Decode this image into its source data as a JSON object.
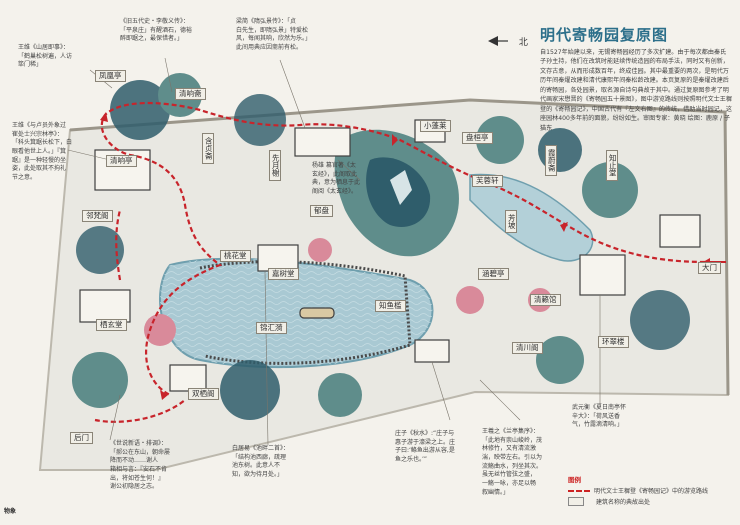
{
  "panel": {
    "title": "明代寄畅园复原图",
    "body": "自1527年始建以来，无锡寄畅园经历了多次扩建。由于每次都由秦氏子孙主持，他们在改筑时能延续传统造园的布局手法，同时又有创新，文存古意，从而形成数百年，终成佳园。其中最重要的两次，是明代万历年间秦燿改建和清代康熙年间秦松龄改建。本页复原的是秦燿改建后的寄畅园，各处园景，取名源自诗句典故于其中。通过复原图参考了明代画家宋懋晋的《寄畅园五十景图》，图中游览路线则按照明代文士王穉登的《寄畅园记》，中国古代有『左文右图』的传统，借助当时园记，这座园林400多年前的面貌，纷纷如生。审图专家：黄晓 绘图：鹿原 / 子猫东"
  },
  "compass": {
    "label": "北"
  },
  "legend": {
    "title": "图例",
    "route_label": "明代文士王穉登《寄畅园记》中的游览路线",
    "building_label": "建筑名称的典故出处"
  },
  "corner_mark": "物象",
  "colors": {
    "route": "#c8242b",
    "water": "#a9c9d3",
    "water_dark": "#6f9fae",
    "ground": "#e9e8e2",
    "wall": "#bcb8ad",
    "foliage_dark": "#2f5d6b",
    "foliage_mid": "#5f8d8b",
    "blossom": "#d98a9a",
    "title_blue": "#2c6f8a"
  },
  "icons": {
    "compass": "north-arrow-icon"
  },
  "labels": [
    {
      "id": "buildings-1",
      "text": "凤凰亭",
      "dir": "h"
    },
    {
      "id": "buildings-2",
      "text": "清响斋",
      "dir": "h"
    },
    {
      "id": "buildings-3",
      "text": "含贞斋",
      "dir": "v"
    },
    {
      "id": "buildings-4",
      "text": "先月榭",
      "dir": "v"
    },
    {
      "id": "buildings-5",
      "text": "小蓬莱",
      "dir": "h"
    },
    {
      "id": "buildings-6",
      "text": "盘桓亭",
      "dir": "h"
    },
    {
      "id": "buildings-7",
      "text": "霞蔚斋",
      "dir": "v"
    },
    {
      "id": "buildings-8",
      "text": "芙蓉轩",
      "dir": "h"
    },
    {
      "id": "buildings-9",
      "text": "芳坡",
      "dir": "v"
    },
    {
      "id": "buildings-10",
      "text": "知鱼槛",
      "dir": "h"
    },
    {
      "id": "buildings-11",
      "text": "涵碧亭",
      "dir": "h"
    },
    {
      "id": "buildings-12",
      "text": "清籁馆",
      "dir": "h"
    },
    {
      "id": "buildings-13",
      "text": "环翠楼",
      "dir": "h"
    },
    {
      "id": "buildings-14",
      "text": "清川阁",
      "dir": "h"
    },
    {
      "id": "buildings-15",
      "text": "锦汇漪",
      "dir": "h"
    },
    {
      "id": "buildings-16",
      "text": "郁盘",
      "dir": "h"
    },
    {
      "id": "buildings-17",
      "text": "栖玄堂",
      "dir": "h"
    },
    {
      "id": "buildings-18",
      "text": "邻梵阁",
      "dir": "h"
    },
    {
      "id": "buildings-19",
      "text": "清响亭",
      "dir": "h"
    },
    {
      "id": "buildings-20",
      "text": "知止堂",
      "dir": "v"
    },
    {
      "id": "buildings-21",
      "text": "大门",
      "dir": "h"
    },
    {
      "id": "buildings-22",
      "text": "双栖阁",
      "dir": "h"
    },
    {
      "id": "buildings-23",
      "text": "嘉树堂",
      "dir": "h"
    },
    {
      "id": "buildings-24",
      "text": "后门",
      "dir": "h"
    },
    {
      "id": "buildings-25",
      "text": "桃花堂",
      "dir": "h"
    }
  ],
  "quotes": [
    {
      "id": "q1",
      "text": "《旧五代史・李敬义传》：\n「平泉庄」有醒酒石，德裕\n醉即踞之，最保惜者。」"
    },
    {
      "id": "q2",
      "text": "梁简《隋弘景传》：「贞\n白先生，即隋弘景」特爱松\n风，每闻其响，欣然为乐。」\n此间用典应因斋前有松。"
    },
    {
      "id": "q3",
      "text": "王维《山居即事》：\n「鹤巢松树遍，人访\n筚门稀」"
    },
    {
      "id": "q4",
      "text": "王维《与卢员外象过\n崔处士兴宗林亭》：\n「科头箕踞长松下，白\n眼看他世上人。」『箕\n踞』是一种轻慢的坐\n姿，此处取其不拘礼\n节之意。"
    },
    {
      "id": "q5",
      "text": "杨雄 篡官著《太\n玄经》，此阁取此\n典，意为栖息于此\n阁阅《太玄经》。"
    },
    {
      "id": "q6",
      "text": "庄子《秋水》:“庄子与\n惠子游于濠梁之上。庄\n子曰:‘鲦鱼出游从容,是\n鱼之乐也。’”"
    },
    {
      "id": "q7",
      "text": "王羲之《兰亭集序》：\n「此地有崇山峻岭，茂\n林修竹，又有清流激\n湍，映带左右。引以为\n流觞曲水，列坐其次。\n虽无丝竹管弦之盛，\n一觞一咏，亦足以畅\n叙幽情。」"
    },
    {
      "id": "q8",
      "text": "武元衡《夏日南亭怀\n辛大》：「荷风送香\n气，竹露滴清响。」"
    },
    {
      "id": "q9",
      "text": "白居易《池畔二首》：\n「结构池西廊，疏理\n池东树。此意人不\n知，欲为待月处。」"
    },
    {
      "id": "q10",
      "text": "《世说新语・排调》：\n「郝公在东山，朝命屡\n降而不动……谢人\n箱相与言：『安石不肯\n出，将如苍生何！』\n谢公初隐居之志。"
    }
  ],
  "callouts": [
    {
      "id": "entrance-arrow",
      "text": "大门"
    }
  ]
}
